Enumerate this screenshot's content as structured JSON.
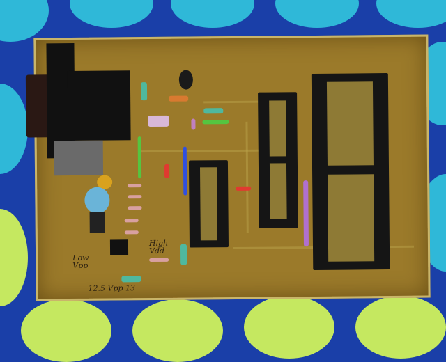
{
  "scene": {
    "description": "Homemade PIC programmer PCB on blue and cyan polka-dot cloth",
    "background_color": "#1a3fa8",
    "dot_color": "#2fb8d8",
    "board_color": "#9b7a2a"
  },
  "board_labels": {
    "low_vpp_line1": "Low",
    "low_vpp_line2": "Vpp",
    "high_vdd_line1": "High",
    "high_vdd_line2": "Vdd",
    "vpp_select": "12.5 Vpp 13"
  },
  "components": [
    {
      "type": "db9-connector",
      "color": "#111111"
    },
    {
      "type": "ic-socket",
      "pins": 18
    },
    {
      "type": "ic-socket",
      "pins": 28
    },
    {
      "type": "ic-socket",
      "pins": 40
    },
    {
      "type": "transistor-to92"
    },
    {
      "type": "electrolytic-capacitor",
      "color": "#6ab4d8"
    },
    {
      "type": "ceramic-capacitor",
      "color": "#d9a21e"
    },
    {
      "type": "voltage-regulator"
    }
  ]
}
